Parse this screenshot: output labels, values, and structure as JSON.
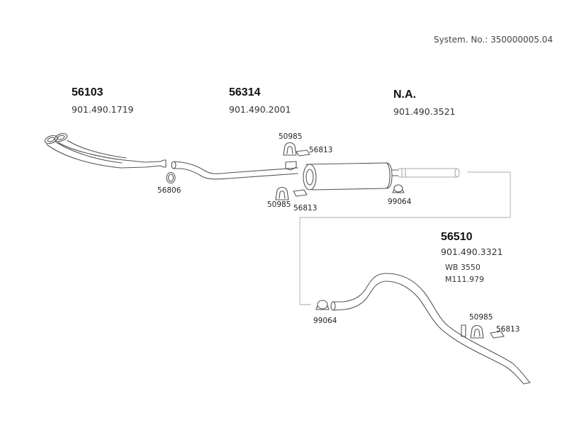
{
  "system_number": "System. No.: 350000005.04",
  "groups": [
    {
      "part": "56103",
      "oe": "901.490.1719"
    },
    {
      "part": "56314",
      "oe": "901.490.2001"
    },
    {
      "part": "N.A.",
      "oe": "901.490.3521"
    },
    {
      "part": "56510",
      "oe": "901.490.3321",
      "notes": [
        "WB 3550",
        "M111.979"
      ]
    }
  ],
  "labels": {
    "l_56806": "56806",
    "l_50985_top": "50985",
    "l_56813_top": "56813",
    "l_50985_bottom": "50985",
    "l_56813_bottom": "56813",
    "l_99064_top": "99064",
    "l_99064_lower": "99064",
    "l_50985_lower": "50985",
    "l_56813_lower": "56813"
  }
}
